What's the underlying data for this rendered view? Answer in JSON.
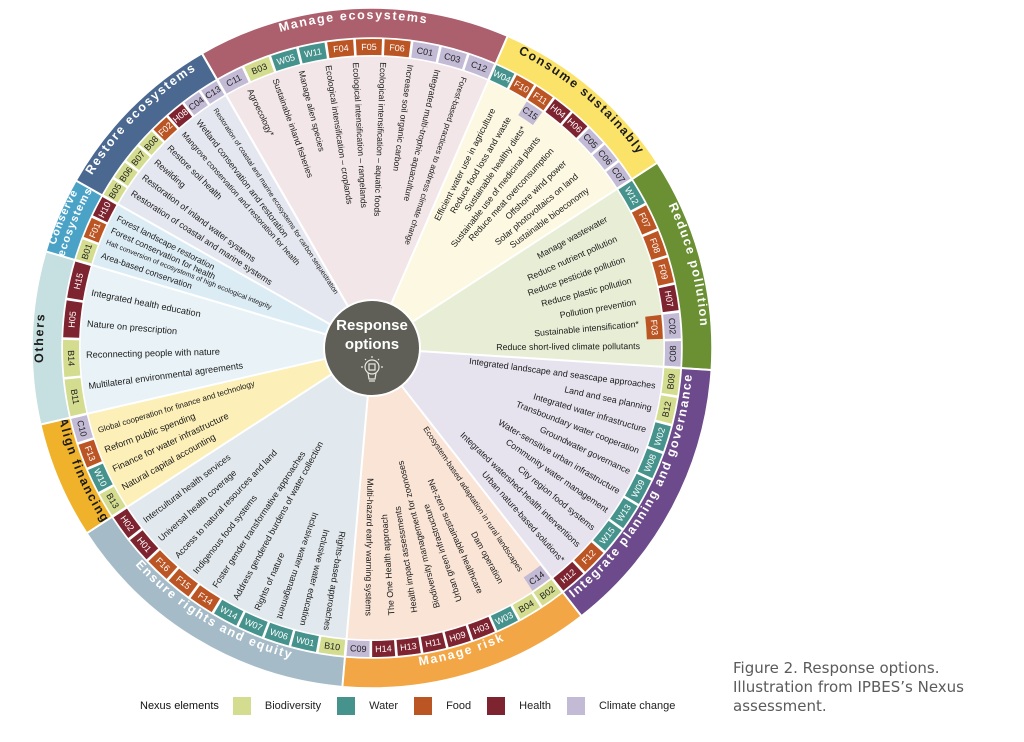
{
  "hub": {
    "title_line1": "Response",
    "title_line2": "options",
    "icon": "lightbulb-gears-icon",
    "color": "#5f5f58"
  },
  "nexus_colors": {
    "B": "#d3dc8f",
    "W": "#46928c",
    "F": "#bb5524",
    "H": "#7e2330",
    "C": "#c3bbd6"
  },
  "categories": [
    {
      "name": "Manage ecosystems",
      "color": "#ac5f6c",
      "label_color": "#ffffff",
      "bg": "#f2e6e8",
      "tags": [
        [
          "C11"
        ],
        [
          "B03"
        ],
        [
          "W05"
        ],
        [
          "W11"
        ],
        [
          "F04"
        ],
        [
          "F05"
        ],
        [
          "F06"
        ],
        [
          "C01"
        ],
        [
          "C03"
        ],
        [
          "C12"
        ]
      ],
      "options": [
        "Agroecology*",
        "Sustainable inland fisheries",
        "Manage alien species",
        "Ecological intensification – croplands",
        "Ecological intensification – rangelands",
        "Ecological intensification – aquatic foods",
        "Increase soil organic carbon",
        "Integrated multi-trophic aquaculture",
        "Forest-based practices to address climate change"
      ]
    },
    {
      "name": "Consume sustainably",
      "color": "#fbe36a",
      "label_color": "#1a1a1a",
      "bg": "#fdf8e1",
      "tags": [
        [
          "W04"
        ],
        [
          "F10"
        ],
        [
          "F11",
          "C15"
        ],
        [
          "H04"
        ],
        [
          "H06"
        ],
        [
          "C05"
        ],
        [
          "C06"
        ],
        [
          "C07"
        ]
      ],
      "options": [
        "Efficient water use in agriculture",
        "Reduce food loss and waste",
        "Sustainable healthy diets*",
        "Sustainable use of medicinal plants",
        "Reduce meat overconsumption",
        "Offshore wind power",
        "Solar photovoltaics on land",
        "Sustainable bioeconomy"
      ]
    },
    {
      "name": "Reduce pollution",
      "color": "#6a9033",
      "label_color": "#ffffff",
      "bg": "#e8eed6",
      "tags": [
        [
          "W12"
        ],
        [
          "F07"
        ],
        [
          "F08"
        ],
        [
          "F09"
        ],
        [
          "H07"
        ],
        [
          "C02",
          "F03"
        ],
        [
          "C08"
        ]
      ],
      "options": [
        "Manage wastewater",
        "Reduce nutrient pollution",
        "Reduce pesticide pollution",
        "Reduce plastic pollution",
        "Pollution prevention",
        "Sustainable intensification*",
        "Reduce short-lived climate pollutants"
      ]
    },
    {
      "name": "Integrate planning and governance",
      "color": "#6d4a8b",
      "label_color": "#ffffff",
      "bg": "#e6e3ef",
      "tags": [
        [
          "B09"
        ],
        [
          "B12"
        ],
        [
          "W02"
        ],
        [
          "W08"
        ],
        [
          "W09"
        ],
        [
          "W13"
        ],
        [
          "W15"
        ],
        [
          "F12"
        ],
        [
          "H12"
        ]
      ],
      "options": [
        "Integrated landscape and seascape approaches",
        "Land and sea planning",
        "Integrated water infrastructure",
        "Transboundary water cooperation",
        "Groundwater governance",
        "Water-sensitive urban infrastructure",
        "Community water management",
        "City region food systems",
        "Integrated watershed-health interventions",
        "Urban nature-based solutions*"
      ]
    },
    {
      "name": "Manage risk",
      "color": "#f3a645",
      "label_color": "#ffffff",
      "bg": "#f9e4d6",
      "tags": [
        [
          "B02",
          "C14"
        ],
        [
          "B04"
        ],
        [
          "W03"
        ],
        [
          "H03"
        ],
        [
          "H09"
        ],
        [
          "H11"
        ],
        [
          "H13"
        ],
        [
          "H14"
        ],
        [
          "C09"
        ]
      ],
      "options": [
        "Ecosystem-based adaptation in rural landscapes",
        "Dam operation",
        "Net-zero sustainable healthcare",
        "Urban green infrastructure",
        "Biodiversity management for zoonoses",
        "Health impact assessments",
        "The One Health approach",
        "Multi-hazard early warning systems"
      ]
    },
    {
      "name": "Ensure rights and equity",
      "color": "#a5bcc8",
      "label_color": "#ffffff",
      "bg": "#e2e9ee",
      "tags": [
        [
          "B10"
        ],
        [
          "W01"
        ],
        [
          "W06"
        ],
        [
          "W07"
        ],
        [
          "W14"
        ],
        [
          "F14"
        ],
        [
          "F15"
        ],
        [
          "F16"
        ],
        [
          "H01"
        ],
        [
          "H02"
        ]
      ],
      "options": [
        "Rights-based approaches",
        "Inclusive water education",
        "Inclusive water management",
        "Rights of nature",
        "Address gendered burdens of water collection",
        "Foster gender transformative approaches",
        "Indigenous food systems",
        "Access to natural resources and land",
        "Universal health coverage",
        "Intercultural health services"
      ]
    },
    {
      "name": "Align financing",
      "color": "#efb22a",
      "label_color": "#1a1a1a",
      "bg": "#fcefb7",
      "tags": [
        [
          "B13"
        ],
        [
          "W10"
        ],
        [
          "F13"
        ],
        [
          "C10"
        ]
      ],
      "options": [
        "Natural capital accounting",
        "Finance for water infrastructure",
        "Reform public spending",
        "Global cooperation for finance and technology"
      ]
    },
    {
      "name": "Others",
      "color": "#c6dfe0",
      "label_color": "#1a1a1a",
      "bg": "#e9f3f7",
      "tags": [
        [
          "B11"
        ],
        [
          "B14"
        ],
        [
          "H05"
        ],
        [
          "H15"
        ]
      ],
      "options": [
        "Multilateral environmental agreements",
        "Reconnecting people with nature",
        "Nature on prescription",
        "Integrated health education"
      ]
    },
    {
      "name": "Conserve ecosystems",
      "label_lines": [
        "Conserve",
        "ecosystems"
      ],
      "color": "#4aa3c7",
      "label_color": "#ffffff",
      "bg": "#dcecf5",
      "tags": [
        [
          "B01"
        ],
        [
          "F01"
        ],
        [
          "H10"
        ]
      ],
      "options": [
        "Area-based conservation",
        "Halt conversion of ecosystems of high ecological integrity",
        "Forest conservation for health",
        "Forest landscape restoration"
      ]
    },
    {
      "name": "Restore ecosystems",
      "color": "#4a6890",
      "label_color": "#ffffff",
      "bg": "#e4e7ef",
      "tags": [
        [
          "B05"
        ],
        [
          "B06"
        ],
        [
          "B07"
        ],
        [
          "B08"
        ],
        [
          "F02"
        ],
        [
          "H08"
        ],
        [
          "C04"
        ],
        [
          "C13"
        ]
      ],
      "options": [
        "Restoration of coastal and marine systems",
        "Restoration of inland water systems",
        "Rewilding",
        "Restore soil health",
        "Mangrove conservation and restoration for health",
        "Wetland conservation and restoration",
        "Restoration of coastal and marine ecosystems for carbon sequestration"
      ]
    }
  ],
  "legend": {
    "title": "Nexus elements",
    "items": [
      {
        "label": "Biodiversity",
        "color": "#d3dc8f"
      },
      {
        "label": "Water",
        "color": "#46928c"
      },
      {
        "label": "Food",
        "color": "#bb5524"
      },
      {
        "label": "Health",
        "color": "#7e2330"
      },
      {
        "label": "Climate change",
        "color": "#c3bbd6"
      }
    ]
  },
  "caption": {
    "line1": "Figure 2. Response options.",
    "line2": "Illustration from IPBES’s Nexus",
    "line3": "assessment."
  }
}
